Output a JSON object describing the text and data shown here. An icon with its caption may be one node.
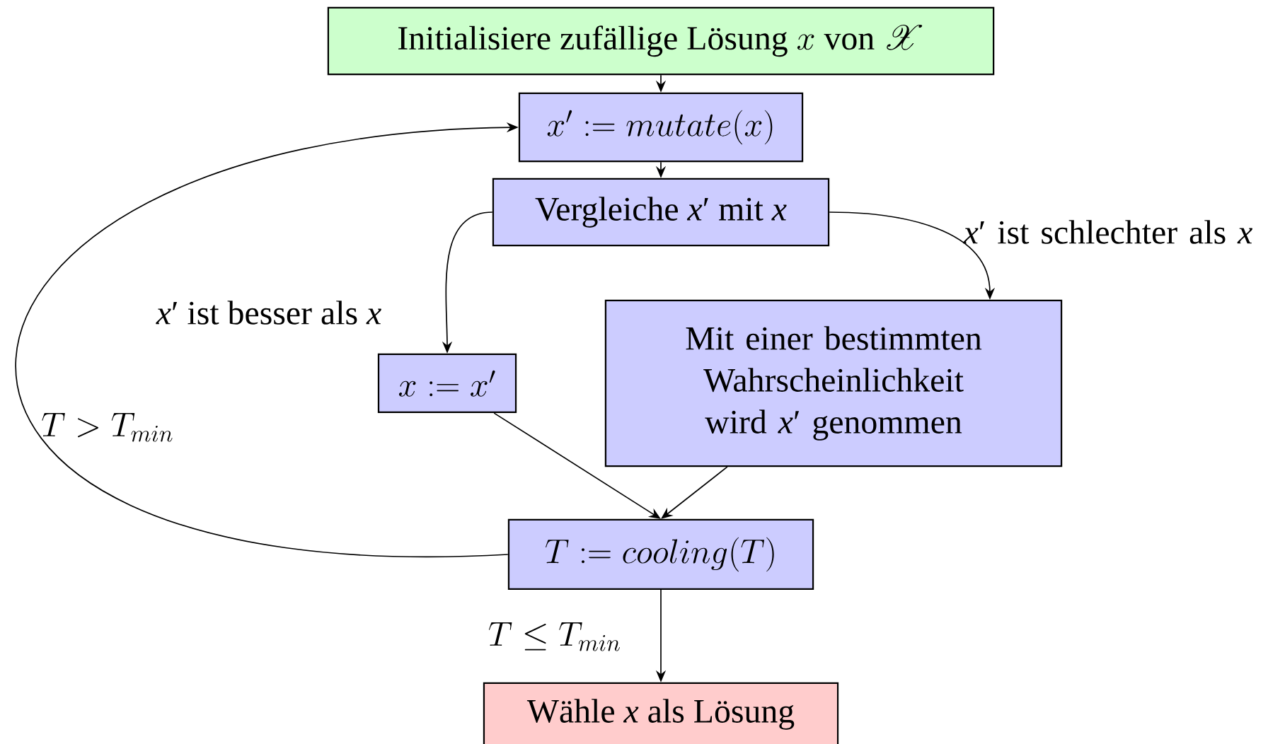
{
  "diagram": {
    "nodes": [
      {
        "text": [
          "\\text{Initialisiere zufällige Lösung } x \\text{ von } \\mathscr{X}"
        ]
      },
      {
        "text": [
          "x' := mutate(x)"
        ]
      },
      {
        "text": [
          "Vergleiche *x*′ mit *x*"
        ]
      },
      {
        "text": [
          "x := x'"
        ]
      },
      {
        "text": [
          "Mit einer bestimmten Wahrscheinlichkeit wird *x*′ genommen"
        ]
      },
      {
        "text": [
          "T := cooling(T)"
        ]
      },
      {
        "text": [
          "Wähle *x* als Lösung"
        ]
      }
    ],
    "edges": [
      {
        "from": 0,
        "to": 1,
        "arrow": "to"
      },
      {
        "from": 1,
        "to": 2,
        "arrow": "to"
      },
      {
        "from": 2,
        "to": 3,
        "arrow": "to",
        "label": "*x*′ ist besser als *x*"
      },
      {
        "from": 2,
        "to": 4,
        "arrow": "to",
        "label": "*x*′ ist schlechter als *x*"
      },
      {
        "from": 3,
        "to": 5,
        "arrow": "to"
      },
      {
        "from": 4,
        "to": 5,
        "arrow": "to"
      },
      {
        "from": 5,
        "to": 1,
        "arrow": "to",
        "label": "T > T_{min}"
      },
      {
        "from": 5,
        "to": 6,
        "arrow": "to",
        "label": "T \\leq T_{min}"
      }
    ]
  }
}
